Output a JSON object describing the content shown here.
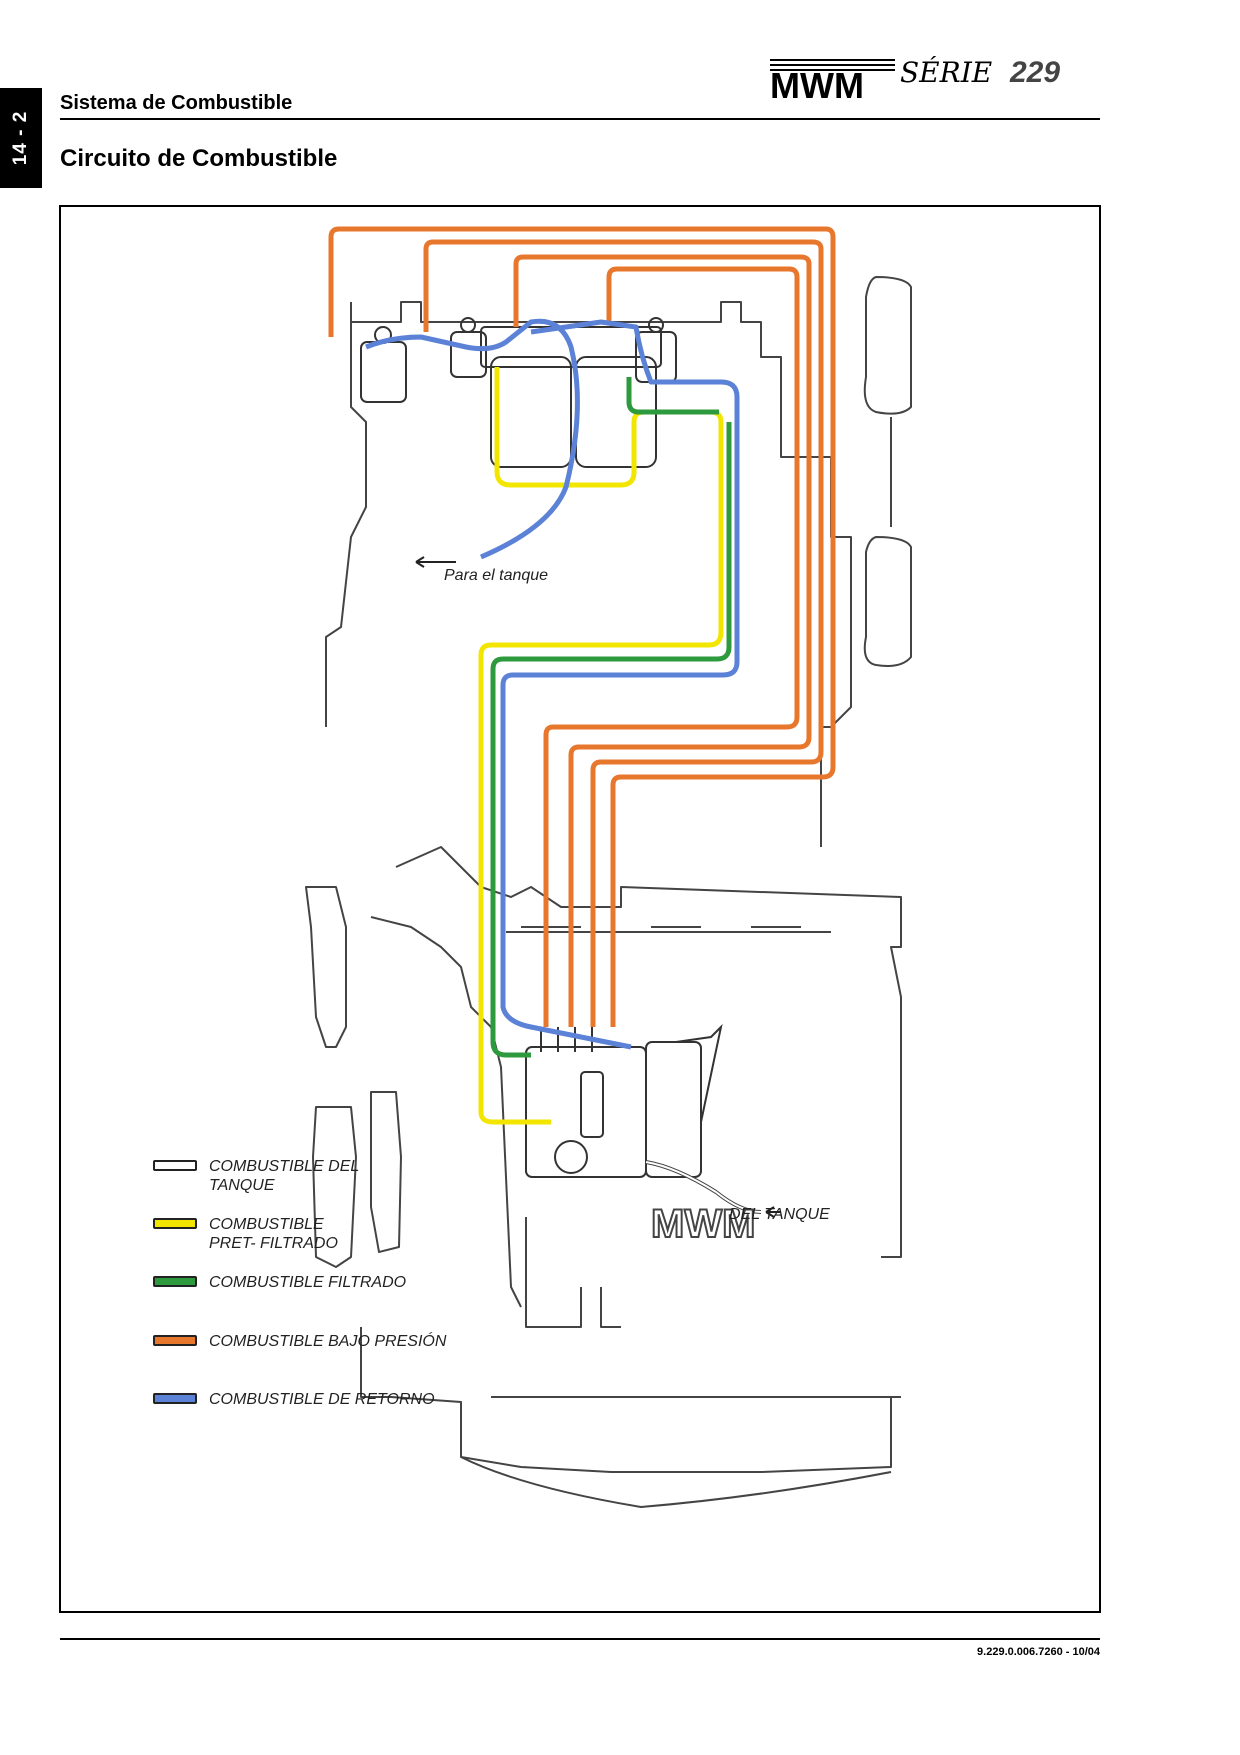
{
  "header": {
    "page_tab": "14 - 2",
    "section_title": "Sistema de Combustible",
    "logo_brand": "MWM",
    "logo_series": "SÉRIE 229"
  },
  "page_title": "Circuito de Combustible",
  "diagram": {
    "label_to_tank": "Para el tanque",
    "label_from_tank": "DEL TANQUE",
    "engine_brand": "MWM"
  },
  "legend": [
    {
      "label": "COMBUSTIBLE DEL TANQUE",
      "color": "#ffffff"
    },
    {
      "label": "COMBUSTIBLE PRET- FILTRADO",
      "color": "#f2e600"
    },
    {
      "label": "COMBUSTIBLE FILTRADO",
      "color": "#2e9a3e"
    },
    {
      "label": "COMBUSTIBLE BAJO PRESIÓN",
      "color": "#e8772e"
    },
    {
      "label": "COMBUSTIBLE DE RETORNO",
      "color": "#5b82d6"
    }
  ],
  "footer": {
    "doc_code": "9.229.0.006.7260  -  10/04"
  }
}
